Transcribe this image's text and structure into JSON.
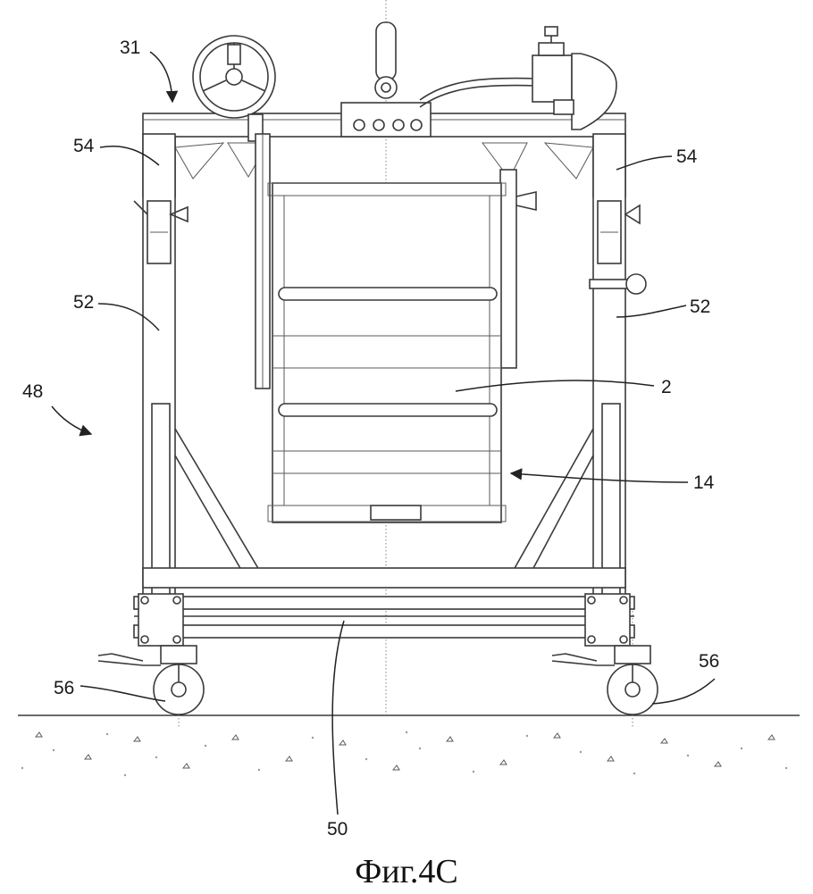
{
  "labels": {
    "l31": "31",
    "l54a": "54",
    "l54b": "54",
    "l52a": "52",
    "l52b": "52",
    "l48": "48",
    "l2": "2",
    "l14": "14",
    "l56a": "56",
    "l56b": "56",
    "l50": "50"
  },
  "caption": "Фиг.4C",
  "colors": {
    "line": "#3a3a3a",
    "text": "#1a1a1a",
    "background": "#ffffff"
  }
}
